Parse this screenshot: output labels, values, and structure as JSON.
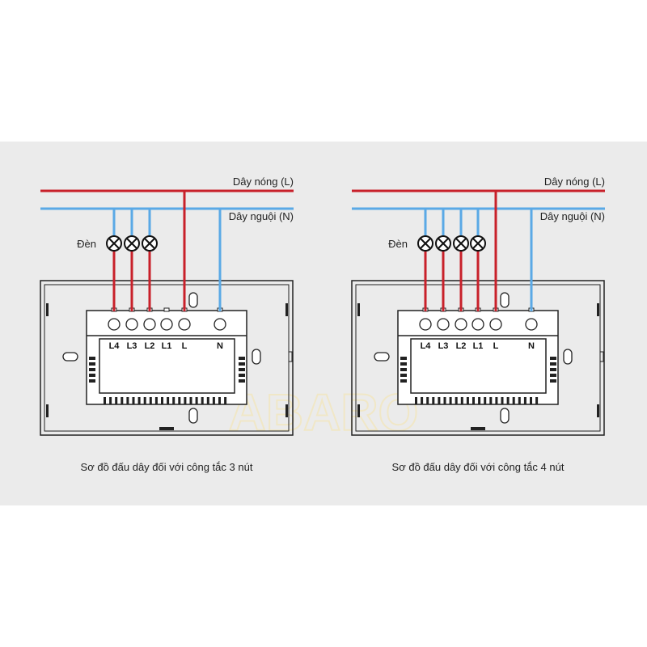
{
  "colors": {
    "hot": "#c8202a",
    "neutral": "#5aa9e6",
    "background": "#ebebeb",
    "outline": "#222222"
  },
  "watermark": "ABARO",
  "diagrams": [
    {
      "hot_label": "Dây nóng (L)",
      "neutral_label": "Dây nguội (N)",
      "lamp_label": "Đèn",
      "lamp_count": 3,
      "terminals": [
        "L4",
        "L3",
        "L2",
        "L1",
        "L",
        "N"
      ],
      "caption": "Sơ đồ đấu dây đối với công tắc 3 nút"
    },
    {
      "hot_label": "Dây nóng (L)",
      "neutral_label": "Dây nguội (N)",
      "lamp_label": "Đèn",
      "lamp_count": 4,
      "terminals": [
        "L4",
        "L3",
        "L2",
        "L1",
        "L",
        "N"
      ],
      "caption": "Sơ đồ đấu dây đối với công tắc 4 nút"
    }
  ]
}
